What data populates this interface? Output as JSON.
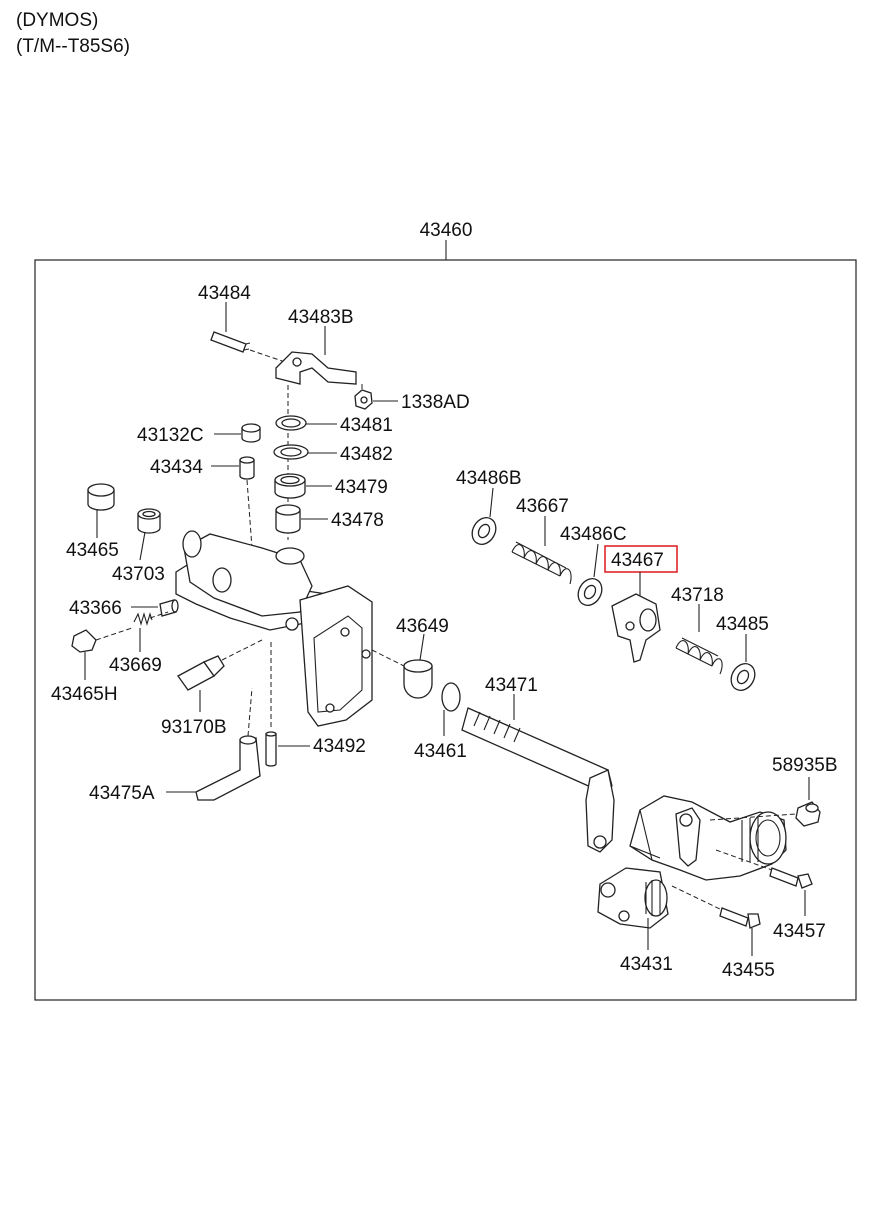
{
  "header": {
    "line1": "(DYMOS)",
    "line2": "(T/M--T85S6)"
  },
  "assembly_number": "43460",
  "highlight_color": "#e0262c",
  "parts": {
    "p43484": "43484",
    "p43483B": "43483B",
    "p1338AD": "1338AD",
    "p43481": "43481",
    "p43132C": "43132C",
    "p43482": "43482",
    "p43434": "43434",
    "p43479": "43479",
    "p43478": "43478",
    "p43465": "43465",
    "p43703": "43703",
    "p43366": "43366",
    "p43669": "43669",
    "p43465H": "43465H",
    "p93170B": "93170B",
    "p43492": "43492",
    "p43475A": "43475A",
    "p43486B": "43486B",
    "p43667": "43667",
    "p43486C": "43486C",
    "p43467": "43467",
    "p43718": "43718",
    "p43485": "43485",
    "p43649": "43649",
    "p43461": "43461",
    "p43471": "43471",
    "p58935B": "58935B",
    "p43457": "43457",
    "p43455": "43455",
    "p43431": "43431"
  }
}
